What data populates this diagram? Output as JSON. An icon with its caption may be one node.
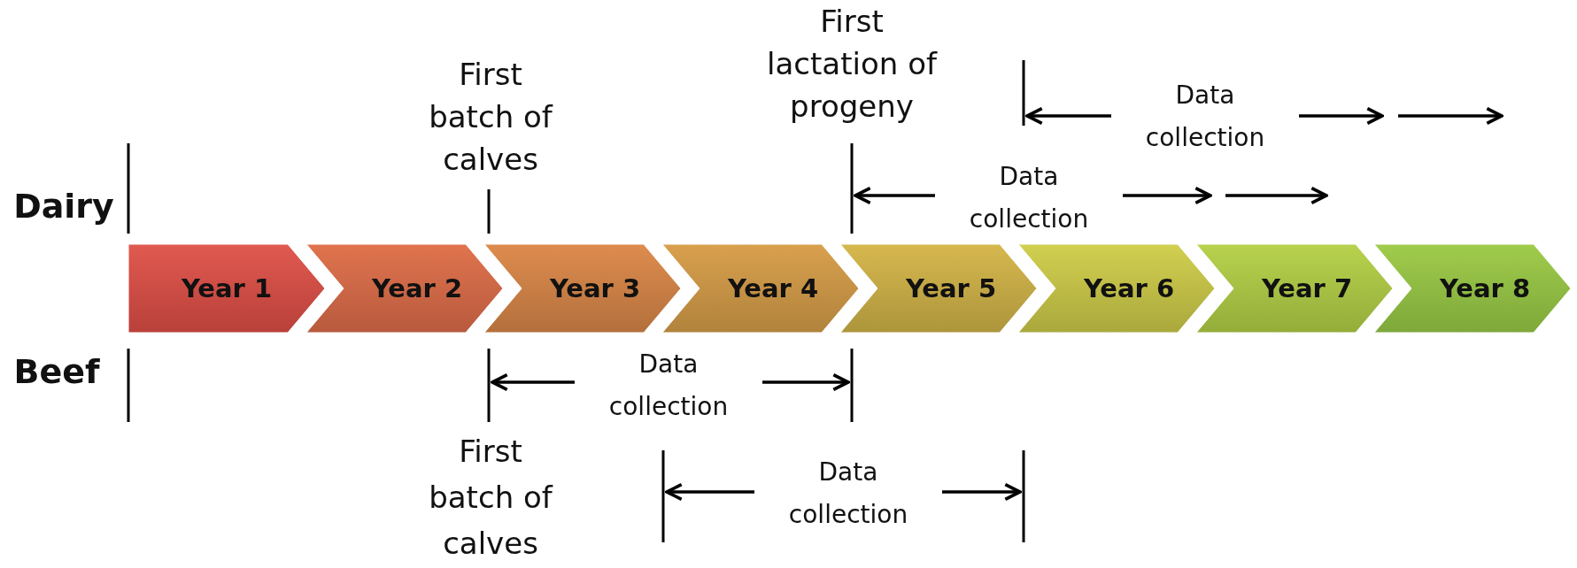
{
  "diagram": {
    "nodes": [
      {
        "text": [
          "Year 1"
        ]
      },
      {
        "text": [
          "Year 2"
        ]
      },
      {
        "text": [
          "Year 3"
        ]
      },
      {
        "text": [
          "Year 4"
        ]
      },
      {
        "text": [
          "Year 5"
        ]
      },
      {
        "text": [
          "Year 6"
        ]
      },
      {
        "text": [
          "Year 7"
        ]
      },
      {
        "text": [
          "Year 8"
        ]
      }
    ],
    "labels": [
      "First lactation of progeny",
      "First batch of calves",
      "Data collection",
      "Data collection",
      "Dairy",
      "Beef",
      "Data collection",
      "First batch of calves",
      "Data collection"
    ]
  }
}
